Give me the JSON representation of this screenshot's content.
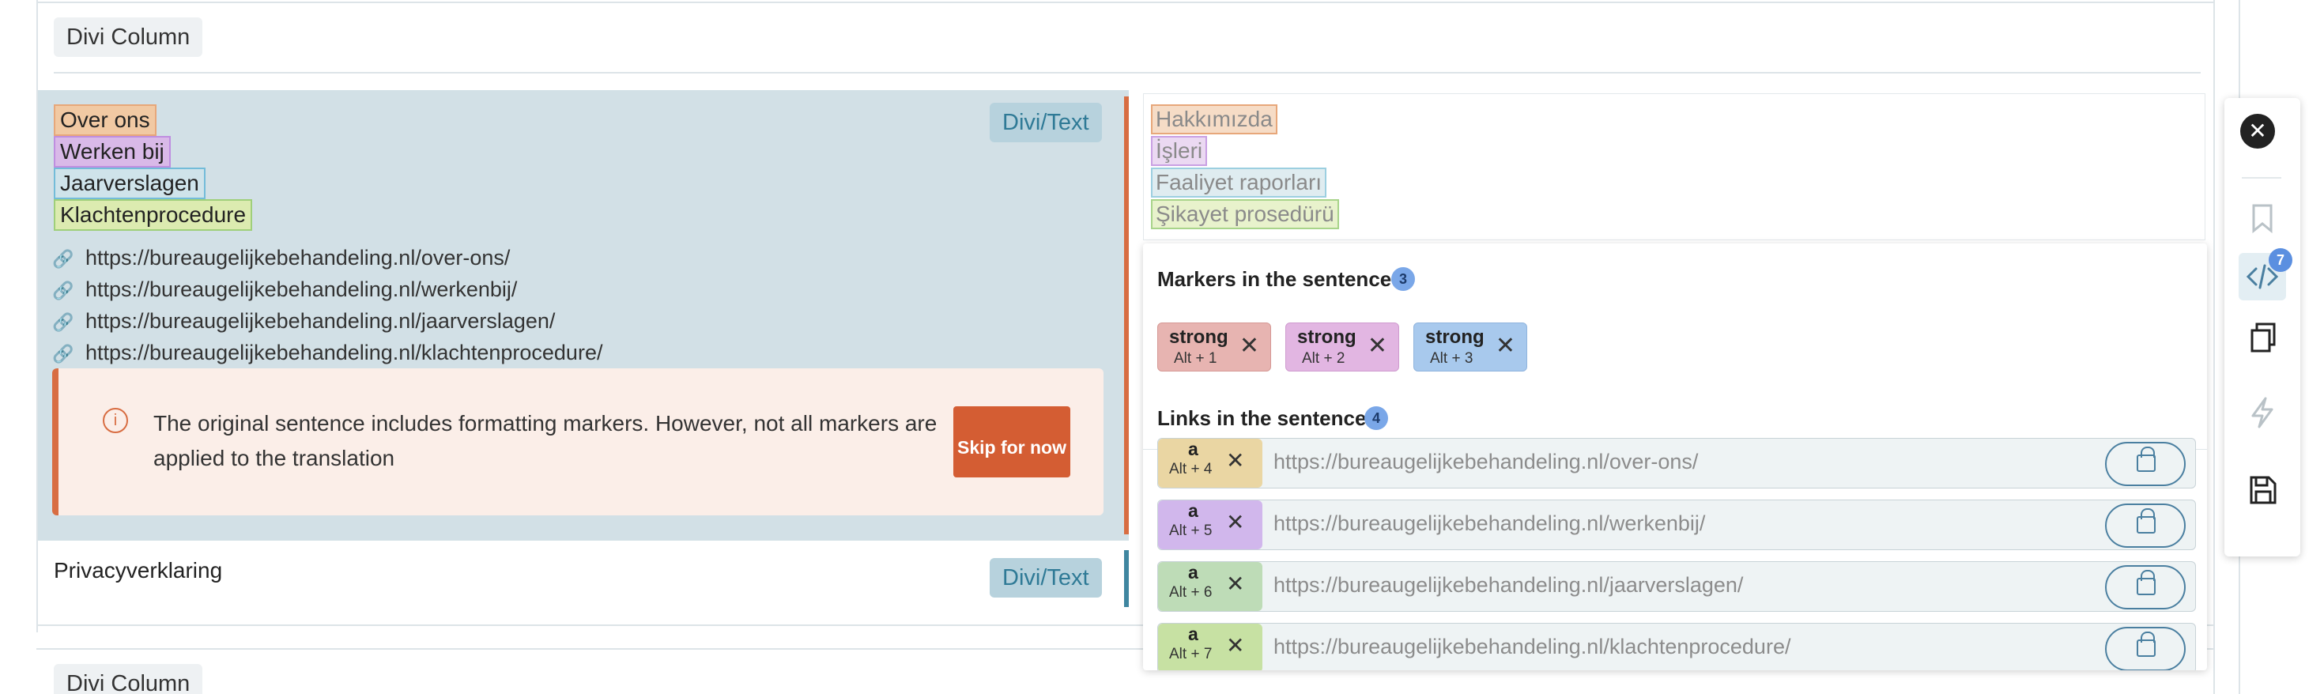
{
  "colors": {
    "accent_orange": "#d86d42",
    "accent_teal": "#3f86a0",
    "source_bg": "#d2e0e6",
    "badge_blue": "#7aa7e8"
  },
  "top_column": {
    "label": "Divi Column"
  },
  "bottom_column": {
    "label": "Divi Column"
  },
  "source_segment": {
    "tag": "Divi/Text",
    "lines": [
      "Over ons",
      "Werken bij",
      "Jaarverslagen",
      "Klachtenprocedure"
    ],
    "links": [
      "https://bureaugelijkebehandeling.nl/over-ons/",
      "https://bureaugelijkebehandeling.nl/werkenbij/",
      "https://bureaugelijkebehandeling.nl/jaarverslagen/",
      "https://bureaugelijkebehandeling.nl/klachtenprocedure/"
    ],
    "warning": {
      "icon": "info-icon",
      "text": "The original sentence includes formatting markers. However, not all markers are applied to the translation",
      "button_label": "Skip for now"
    }
  },
  "translation": {
    "lines": [
      "Hakkımızda",
      "İşleri",
      "Faaliyet raporları",
      "Şikayet prosedürü"
    ]
  },
  "second_segment": {
    "text": "Privacyverklaring",
    "tag": "Divi/Text"
  },
  "popup": {
    "markers_title": "Markers in the sentence",
    "markers_count": "3",
    "markers": [
      {
        "name": "strong",
        "shortcut": "Alt + 1"
      },
      {
        "name": "strong",
        "shortcut": "Alt + 2"
      },
      {
        "name": "strong",
        "shortcut": "Alt + 3"
      }
    ],
    "links_title": "Links in the sentence",
    "links_count": "4",
    "links": [
      {
        "name": "a",
        "shortcut": "Alt + 4",
        "url": "https://bureaugelijkebehandeling.nl/over-ons/"
      },
      {
        "name": "a",
        "shortcut": "Alt + 5",
        "url": "https://bureaugelijkebehandeling.nl/werkenbij/"
      },
      {
        "name": "a",
        "shortcut": "Alt + 6",
        "url": "https://bureaugelijkebehandeling.nl/jaarverslagen/"
      },
      {
        "name": "a",
        "shortcut": "Alt + 7",
        "url": "https://bureaugelijkebehandeling.nl/klachtenprocedure/"
      }
    ]
  },
  "toolbar": {
    "items": [
      "close-icon",
      "bookmark-icon",
      "code-icon",
      "copy-icon",
      "lightning-icon",
      "save-icon"
    ],
    "code_badge": "7"
  }
}
